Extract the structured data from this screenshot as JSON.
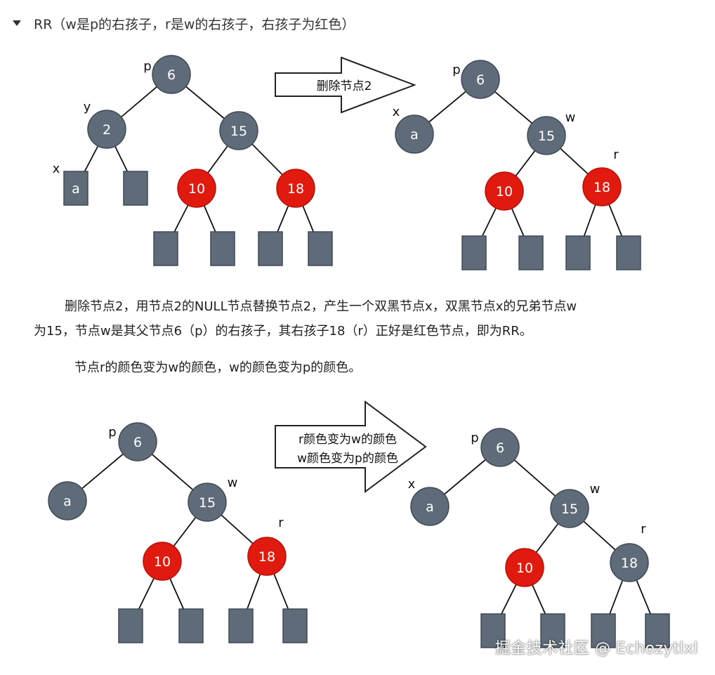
{
  "heading": "RR（w是p的右孩子，r是w的右孩子，右孩子为红色）",
  "arrow1_label": "删除节点2",
  "arrow2_label": [
    "r颜色变为w的颜色",
    "w颜色变为p的颜色"
  ],
  "paragraph1_line1": "删除节点2，用节点2的NULL节点替换节点2，产生一个双黑节点x，双黑节点x的兄弟节点w",
  "paragraph1_line2": "为15，节点w是其父节点6（p）的右孩子，其右孩子18（r）正好是红色节点，即为RR。",
  "paragraph2": "节点r的颜色变为w的颜色，w的颜色变为p的颜色。",
  "watermark": "掘金技术社区 @ Echozytlxl",
  "colors": {
    "black_node": "#5f6b78",
    "red_node": "#e01a0f",
    "text_on_node": "#ffffff",
    "edge": "#111111"
  },
  "trees": [
    {
      "name": "tree-1",
      "nodes": [
        {
          "id": "n6",
          "label": "6",
          "color": "black",
          "tag": "p"
        },
        {
          "id": "n2",
          "label": "2",
          "color": "black",
          "tag": "y"
        },
        {
          "id": "n15",
          "label": "15",
          "color": "black"
        },
        {
          "id": "na",
          "label": "a",
          "color": "black",
          "shape": "square",
          "tag": "x"
        },
        {
          "id": "nn",
          "label": "",
          "color": "black",
          "shape": "square"
        },
        {
          "id": "n10",
          "label": "10",
          "color": "red"
        },
        {
          "id": "n18",
          "label": "18",
          "color": "red"
        },
        {
          "id": "l1",
          "label": "",
          "color": "black",
          "shape": "square"
        },
        {
          "id": "l2",
          "label": "",
          "color": "black",
          "shape": "square"
        },
        {
          "id": "l3",
          "label": "",
          "color": "black",
          "shape": "square"
        },
        {
          "id": "l4",
          "label": "",
          "color": "black",
          "shape": "square"
        }
      ]
    },
    {
      "name": "tree-2",
      "nodes": [
        {
          "id": "n6",
          "label": "6",
          "color": "black",
          "tag": "p"
        },
        {
          "id": "na",
          "label": "a",
          "color": "black",
          "tag": "x"
        },
        {
          "id": "n15",
          "label": "15",
          "color": "black",
          "tag": "w"
        },
        {
          "id": "n10",
          "label": "10",
          "color": "red"
        },
        {
          "id": "n18",
          "label": "18",
          "color": "red",
          "tag": "r"
        },
        {
          "id": "l1",
          "label": "",
          "color": "black",
          "shape": "square"
        },
        {
          "id": "l2",
          "label": "",
          "color": "black",
          "shape": "square"
        },
        {
          "id": "l3",
          "label": "",
          "color": "black",
          "shape": "square"
        },
        {
          "id": "l4",
          "label": "",
          "color": "black",
          "shape": "square"
        }
      ]
    },
    {
      "name": "tree-3",
      "nodes": [
        {
          "id": "n6",
          "label": "6",
          "color": "black",
          "tag": "p"
        },
        {
          "id": "na",
          "label": "a",
          "color": "black"
        },
        {
          "id": "n15",
          "label": "15",
          "color": "black",
          "tag": "w"
        },
        {
          "id": "n10",
          "label": "10",
          "color": "red"
        },
        {
          "id": "n18",
          "label": "18",
          "color": "red",
          "tag": "r"
        },
        {
          "id": "l1",
          "label": "",
          "color": "black",
          "shape": "square"
        },
        {
          "id": "l2",
          "label": "",
          "color": "black",
          "shape": "square"
        },
        {
          "id": "l3",
          "label": "",
          "color": "black",
          "shape": "square"
        },
        {
          "id": "l4",
          "label": "",
          "color": "black",
          "shape": "square"
        }
      ]
    },
    {
      "name": "tree-4",
      "nodes": [
        {
          "id": "n6",
          "label": "6",
          "color": "black",
          "tag": "p"
        },
        {
          "id": "na",
          "label": "a",
          "color": "black",
          "tag": "x"
        },
        {
          "id": "n15",
          "label": "15",
          "color": "black",
          "tag": "w"
        },
        {
          "id": "n10",
          "label": "10",
          "color": "red"
        },
        {
          "id": "n18",
          "label": "18",
          "color": "black",
          "tag": "r"
        },
        {
          "id": "l1",
          "label": "",
          "color": "black",
          "shape": "square"
        },
        {
          "id": "l2",
          "label": "",
          "color": "black",
          "shape": "square"
        },
        {
          "id": "l3",
          "label": "",
          "color": "black",
          "shape": "square"
        },
        {
          "id": "l4",
          "label": "",
          "color": "black",
          "shape": "square"
        }
      ]
    }
  ]
}
